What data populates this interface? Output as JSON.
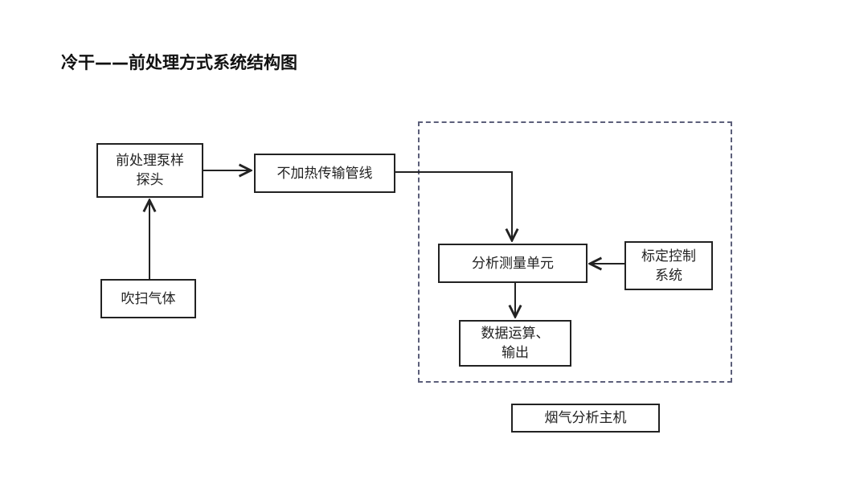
{
  "title": "冷干——前处理方式系统结构图",
  "nodes": {
    "probe": {
      "lines": [
        "前处理泵样",
        "探头"
      ]
    },
    "pipeline": {
      "lines": [
        "不加热传输管线"
      ]
    },
    "purge": {
      "lines": [
        "吹扫气体"
      ]
    },
    "measure": {
      "lines": [
        "分析测量单元"
      ]
    },
    "calibration": {
      "lines": [
        "标定控制",
        "系统"
      ]
    },
    "output": {
      "lines": [
        "数据运算、",
        "输出"
      ]
    },
    "host_label": {
      "lines": [
        "烟气分析主机"
      ]
    }
  },
  "edges": [
    {
      "from": "purge",
      "to": "probe"
    },
    {
      "from": "probe",
      "to": "pipeline"
    },
    {
      "from": "pipeline",
      "to": "measure"
    },
    {
      "from": "calibration",
      "to": "measure"
    },
    {
      "from": "measure",
      "to": "output"
    }
  ],
  "group": {
    "label_node": "host_label",
    "members": [
      "measure",
      "calibration",
      "output"
    ]
  },
  "colors": {
    "line": "#222222",
    "group_border": "#5c5f7a"
  }
}
